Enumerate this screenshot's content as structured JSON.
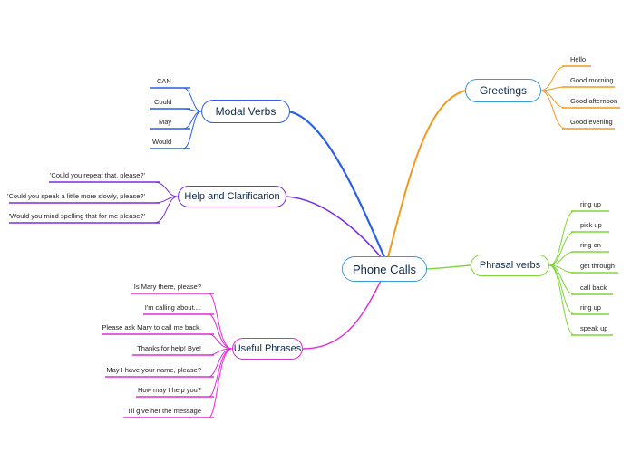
{
  "central": "Phone Calls",
  "colors": {
    "central_border": "#3a9bd8",
    "modal": "#2a5fe6",
    "help": "#7a2ee0",
    "useful": "#e02ad8",
    "greetings": "#f39a1e",
    "phrasal": "#7ed636"
  },
  "branches": {
    "modal": {
      "title": "Modal Verbs",
      "items": [
        "CAN",
        "Could",
        "May",
        "Would"
      ]
    },
    "help": {
      "title": "Help and Clarificarion",
      "items": [
        "'Could you repeat that, please?'",
        "'Could you speak a little more slowly, please?'",
        "'Would you mind spelling that for me please?'"
      ]
    },
    "useful": {
      "title": "Useful Phrases",
      "items": [
        "Is Mary there, please?",
        "I'm calling about....",
        "Please ask Mary to call me back.",
        "Thanks for help! Bye!",
        "May I have your name, please?",
        "How may I help you?",
        "I'll give her the message"
      ]
    },
    "greetings": {
      "title": "Greetings",
      "items": [
        "Hello",
        "Good morning",
        "Good afternoon",
        "Good evening"
      ]
    },
    "phrasal": {
      "title": "Phrasal verbs",
      "items": [
        "ring up",
        "pick up",
        "ring on",
        "get through",
        "call back",
        "ring up",
        "speak up"
      ]
    }
  }
}
